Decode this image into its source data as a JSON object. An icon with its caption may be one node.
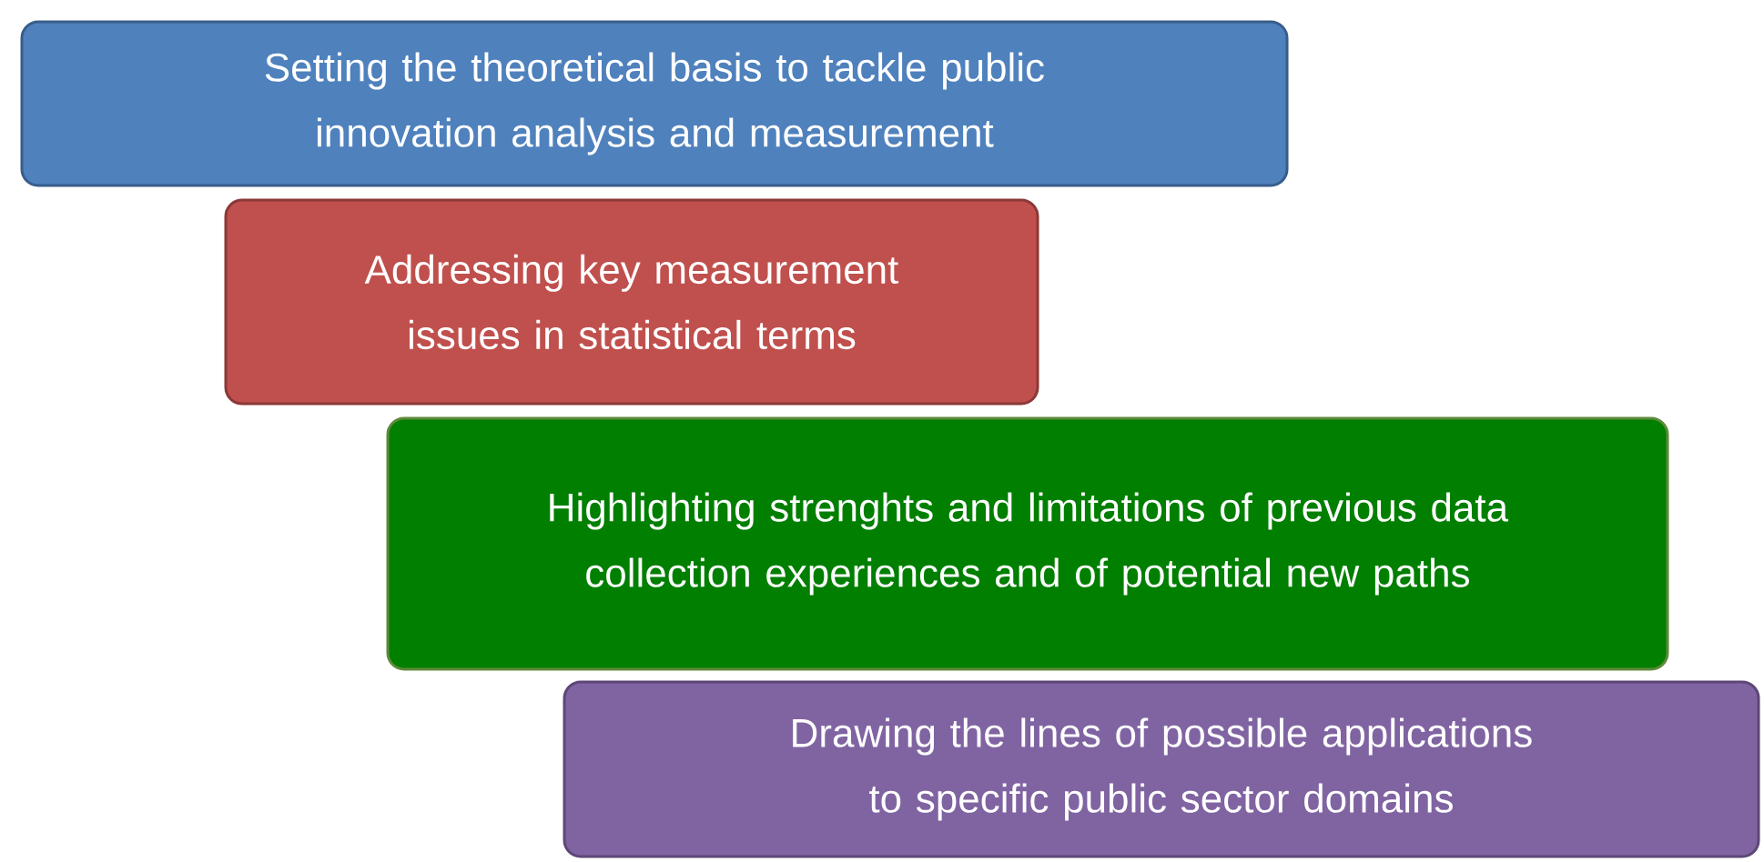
{
  "diagram": {
    "nodes": [
      {
        "text": [
          "Setting the theoretical basis to tackle public innovation analysis and measurement"
        ]
      },
      {
        "text": [
          "Addressing key measurement issues in statistical terms"
        ]
      },
      {
        "text": [
          "Highlighting strenghts and limitations of previous data collection experiences and of potential new paths"
        ]
      },
      {
        "text": [
          "Drawing the lines of possible applications to specific public sector domains"
        ]
      }
    ]
  }
}
